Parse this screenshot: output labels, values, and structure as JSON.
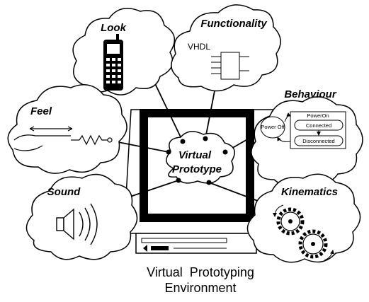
{
  "center": {
    "line1": "Virtual",
    "line2": "Prototype"
  },
  "clouds": {
    "look": {
      "label": "Look"
    },
    "functionality": {
      "label": "Functionality",
      "sublabel": "VHDL"
    },
    "feel": {
      "label": "Feel"
    },
    "behaviour": {
      "label": "Behaviour",
      "states": [
        "Power Off",
        "PowerOn",
        "Connected",
        "Disconnected"
      ]
    },
    "sound": {
      "label": "Sound"
    },
    "kinematics": {
      "label": "Kinematics"
    }
  },
  "caption": {
    "line1": "Virtual  Prototyping",
    "line2": "Environment"
  }
}
